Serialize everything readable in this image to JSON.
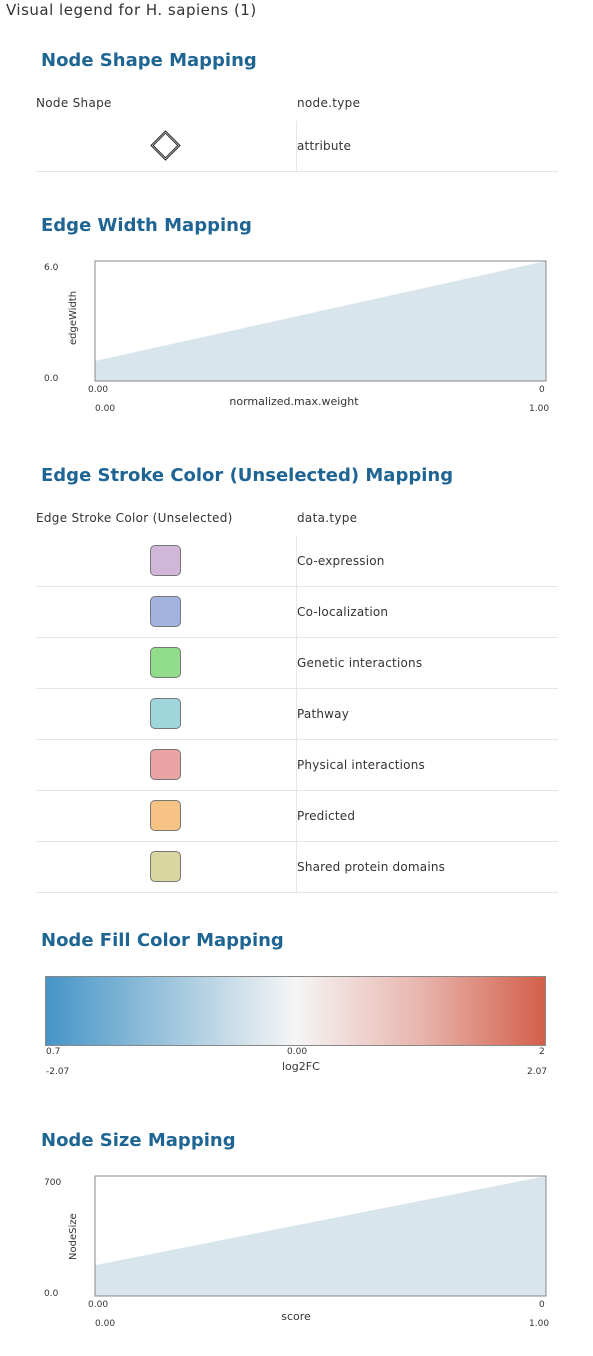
{
  "page_title": "Visual legend for H. sapiens (1)",
  "node_shape": {
    "title": "Node Shape Mapping",
    "col_left": "Node Shape",
    "col_right": "node.type",
    "rows": [
      {
        "shape": "diamond-icon",
        "label": "attribute"
      }
    ]
  },
  "edge_width": {
    "title": "Edge Width Mapping",
    "ylabel": "edgeWidth",
    "xlabel": "normalized.max.weight",
    "y_min_label": "0.0",
    "y_max_label": "6.0",
    "x_min_label": "0.00",
    "x_max_label": "0",
    "x_min_value": "0.00",
    "x_max_value": "1.00",
    "chart_data": {
      "type": "area",
      "x": [
        0,
        1
      ],
      "y": [
        1.0,
        6.0
      ],
      "ylim": [
        0,
        6
      ],
      "xlabel": "normalized.max.weight",
      "ylabel": "edgeWidth"
    }
  },
  "edge_stroke": {
    "title": "Edge Stroke Color (Unselected) Mapping",
    "col_left": "Edge Stroke Color (Unselected)",
    "col_right": "data.type",
    "rows": [
      {
        "color": "#d0b6d8",
        "label": "Co-expression"
      },
      {
        "color": "#a3b3e0",
        "label": "Co-localization"
      },
      {
        "color": "#92dd8b",
        "label": "Genetic interactions"
      },
      {
        "color": "#9ed6dc",
        "label": "Pathway"
      },
      {
        "color": "#eaa3a3",
        "label": "Physical interactions"
      },
      {
        "color": "#f6c384",
        "label": "Predicted"
      },
      {
        "color": "#d9d59f",
        "label": "Shared protein domains"
      }
    ]
  },
  "node_fill": {
    "title": "Node Fill Color Mapping",
    "xlabel": "log2FC",
    "left_tick": "0.7",
    "mid_tick": "0.00",
    "right_tick": "2",
    "left_value": "-2.07",
    "right_value": "2.07",
    "colors": [
      "#4595c7",
      "#f5f5f5",
      "#d35f4a"
    ]
  },
  "node_size": {
    "title": "Node Size Mapping",
    "ylabel": "NodeSize",
    "xlabel": "score",
    "y_min_label": "0.0",
    "y_max_label": "700",
    "x_min_label": "0.00",
    "x_max_label": "0",
    "x_min_value": "0.00",
    "x_max_value": "1.00",
    "chart_data": {
      "type": "area",
      "x": [
        0,
        1
      ],
      "y": [
        180,
        700
      ],
      "ylim": [
        0,
        700
      ],
      "xlabel": "score",
      "ylabel": "NodeSize"
    }
  }
}
